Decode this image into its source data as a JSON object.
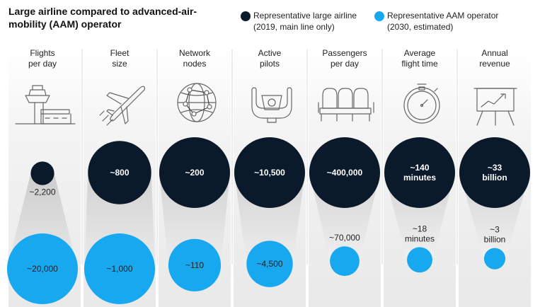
{
  "title": "Large airline compared to advanced-air-mobility (AAM) operator",
  "legend": [
    {
      "line1": "Representative large airline",
      "line2": "(2019, main line only)",
      "color": "#0b1a2b"
    },
    {
      "line1": "Representative AAM operator",
      "line2": "(2030, estimated)",
      "color": "#18a8f0"
    }
  ],
  "chart_data": {
    "type": "bubble-comparison",
    "series": [
      {
        "name": "Representative large airline (2019, main line only)",
        "color": "#0b1a2b"
      },
      {
        "name": "Representative AAM operator (2030, estimated)",
        "color": "#18a8f0"
      }
    ],
    "categories": [
      {
        "label": [
          "Flights",
          "per day"
        ],
        "icon": "control-tower-icon",
        "airline": 2200,
        "aam": 20000,
        "airline_label": [
          "~2,200"
        ],
        "aam_label": [
          "~20,000"
        ]
      },
      {
        "label": [
          "Fleet",
          "size"
        ],
        "icon": "airplane-icon",
        "airline": 800,
        "aam": 1000,
        "airline_label": [
          "~800"
        ],
        "aam_label": [
          "~1,000"
        ]
      },
      {
        "label": [
          "Network",
          "nodes"
        ],
        "icon": "network-globe-icon",
        "airline": 200,
        "aam": 110,
        "airline_label": [
          "~200"
        ],
        "aam_label": [
          "~110"
        ]
      },
      {
        "label": [
          "Active",
          "pilots"
        ],
        "icon": "yoke-icon",
        "airline": 10500,
        "aam": 4500,
        "airline_label": [
          "~10,500"
        ],
        "aam_label": [
          "~4,500"
        ]
      },
      {
        "label": [
          "Passengers",
          "per day"
        ],
        "icon": "seats-icon",
        "airline": 400000,
        "aam": 70000,
        "airline_label": [
          "~400,000"
        ],
        "aam_label": [
          "~70,000"
        ]
      },
      {
        "label": [
          "Average",
          "flight time"
        ],
        "icon": "stopwatch-icon",
        "airline": 140,
        "aam": 18,
        "airline_label": [
          "~140",
          "minutes"
        ],
        "aam_label": [
          "~18",
          "minutes"
        ]
      },
      {
        "label": [
          "Annual",
          "revenue"
        ],
        "icon": "chart-board-icon",
        "airline": 33,
        "aam": 3,
        "airline_label": [
          "~33",
          "billion"
        ],
        "aam_label": [
          "~3",
          "billion"
        ]
      }
    ]
  }
}
